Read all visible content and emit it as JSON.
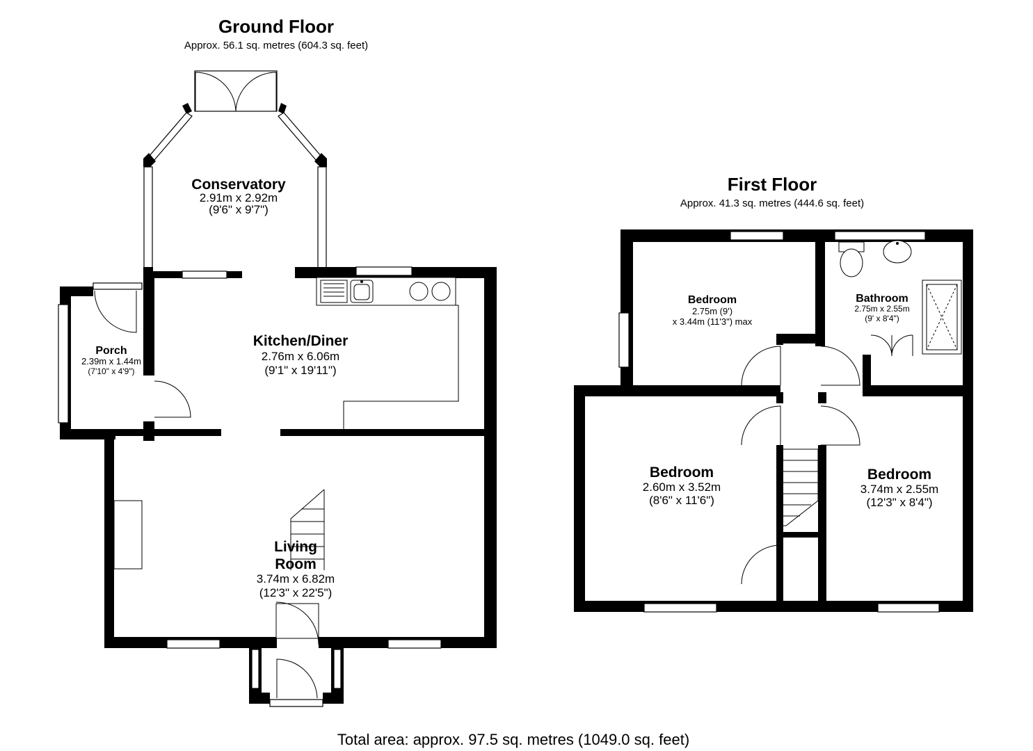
{
  "ground_floor": {
    "title": "Ground Floor",
    "area": "Approx. 56.1 sq. metres (604.3 sq. feet)",
    "rooms": {
      "conservatory": {
        "name": "Conservatory",
        "metric": "2.91m x 2.92m",
        "imperial": "(9'6\" x 9'7\")"
      },
      "kitchen": {
        "name": "Kitchen/Diner",
        "metric": "2.76m x 6.06m",
        "imperial": "(9'1\" x 19'11\")"
      },
      "porch": {
        "name": "Porch",
        "metric": "2.39m x 1.44m",
        "imperial": "(7'10\" x 4'9\")"
      },
      "living": {
        "name_line1": "Living",
        "name_line2": "Room",
        "metric": "3.74m x 6.82m",
        "imperial": "(12'3\" x 22'5\")"
      }
    }
  },
  "first_floor": {
    "title": "First Floor",
    "area": "Approx. 41.3 sq. metres (444.6 sq. feet)",
    "rooms": {
      "bedroom_top": {
        "name": "Bedroom",
        "line1": "2.75m (9')",
        "line2": "x 3.44m (11'3\") max"
      },
      "bathroom": {
        "name": "Bathroom",
        "metric": "2.75m x 2.55m",
        "imperial": "(9' x 8'4\")"
      },
      "bedroom_left": {
        "name": "Bedroom",
        "metric": "2.60m x 3.52m",
        "imperial": "(8'6\" x 11'6\")"
      },
      "bedroom_right": {
        "name": "Bedroom",
        "metric": "3.74m x 2.55m",
        "imperial": "(12'3\" x 8'4\")"
      }
    }
  },
  "total_area": "Total area: approx. 97.5 sq. metres (1049.0 sq. feet)"
}
